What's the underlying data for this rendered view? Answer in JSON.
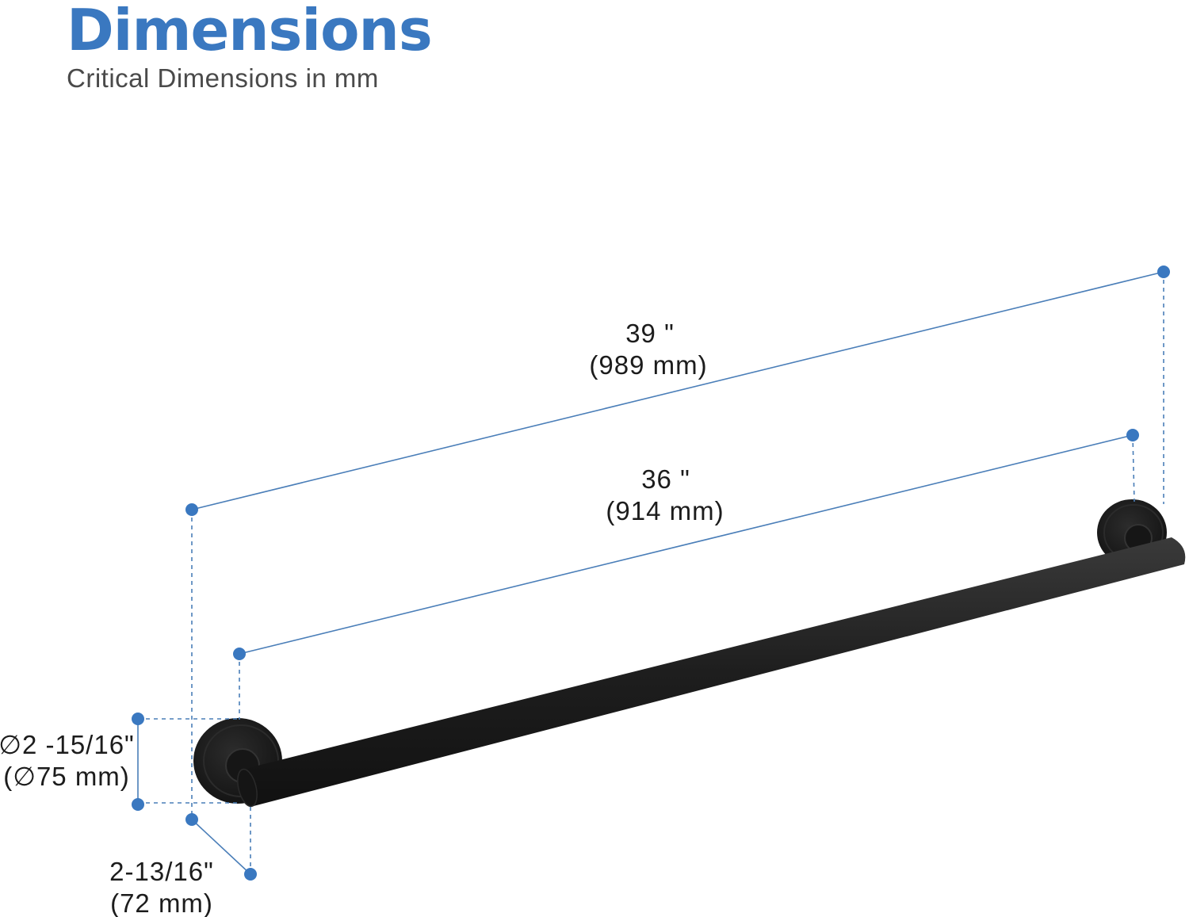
{
  "header": {
    "title": "Dimensions",
    "subtitle": "Critical Dimensions in mm"
  },
  "dimensions": {
    "overall": {
      "imperial": "39 \"",
      "metric": "(989 mm)"
    },
    "bar": {
      "imperial": "36 \"",
      "metric": "(914 mm)"
    },
    "flange_diameter": {
      "imperial": "∅2 -15/16\"",
      "metric": "(∅75 mm)"
    },
    "projection": {
      "imperial": "2-13/16\"",
      "metric": "(72 mm)"
    }
  },
  "colors": {
    "accent": "#3a78c0",
    "dimension_line": "#4a7eb8",
    "product": "#1e1e1e",
    "text": "#1c1c1c"
  }
}
